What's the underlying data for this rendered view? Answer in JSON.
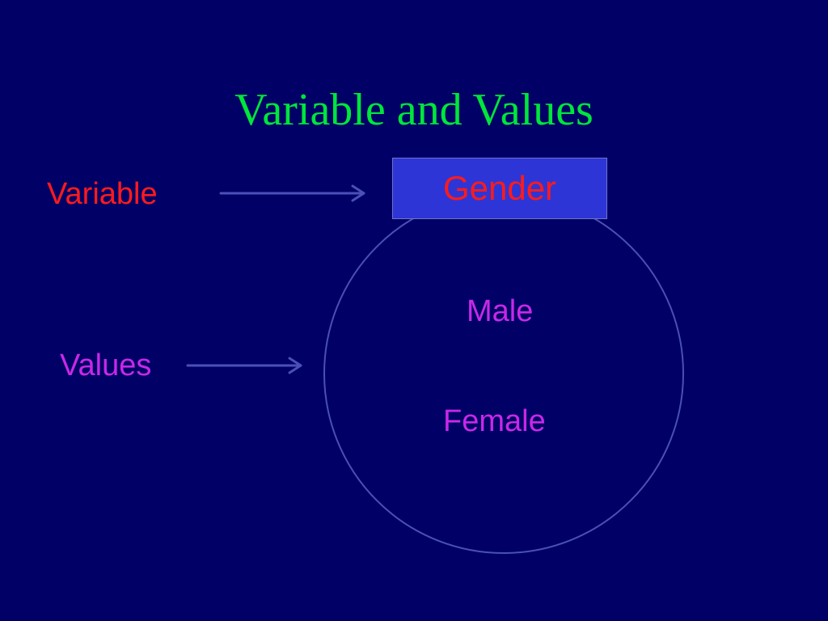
{
  "slide": {
    "title": "Variable and Values",
    "variable_label": "Variable",
    "values_label": "Values",
    "variable_name": "Gender",
    "values": [
      "Male",
      "Female"
    ]
  },
  "colors": {
    "background": "#000066",
    "title": "#00e63a",
    "variable_text": "#ff1b1b",
    "values_text": "#c728e8",
    "variable_box": "#2e35d6",
    "lines": "#4b4fb8"
  }
}
